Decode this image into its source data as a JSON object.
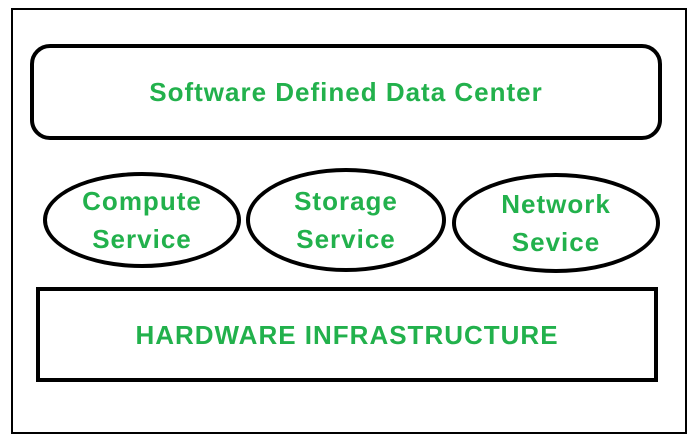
{
  "colors": {
    "text": "#22b14c",
    "border": "#000000",
    "background": "#ffffff"
  },
  "diagram": {
    "top": {
      "label": "Software Defined Data Center"
    },
    "services": [
      {
        "line1": "Compute",
        "line2": "Service"
      },
      {
        "line1": "Storage",
        "line2": "Service"
      },
      {
        "line1": "Network",
        "line2": "Sevice"
      }
    ],
    "bottom": {
      "label": "HARDWARE INFRASTRUCTURE"
    }
  }
}
